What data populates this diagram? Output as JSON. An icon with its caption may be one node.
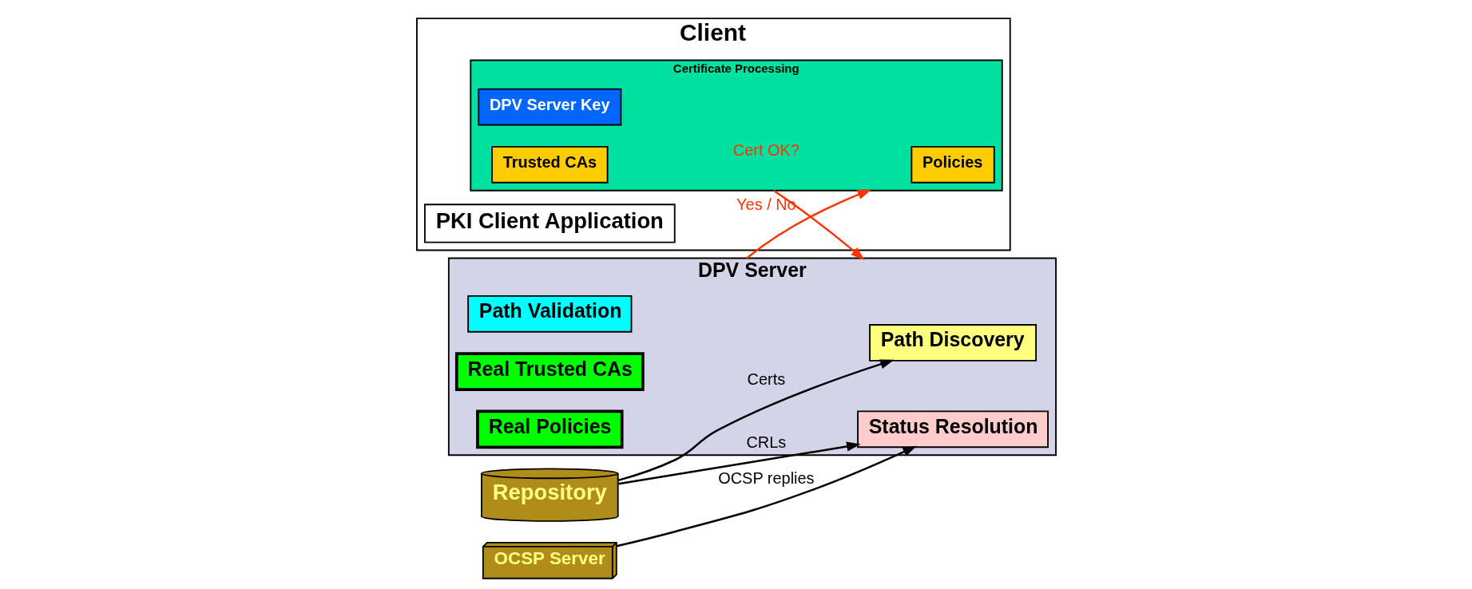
{
  "diagram": {
    "nodes": [
      {
        "text": [
          "Client"
        ]
      },
      {
        "text": [
          "PKI Client Application"
        ],
        "in": 0
      },
      {
        "text": [
          "Certificate Processing"
        ],
        "in": 0
      },
      {
        "text": [
          "DPV Server Key"
        ],
        "in": 2
      },
      {
        "text": [
          "Trusted CAs"
        ],
        "in": 2
      },
      {
        "text": [
          "Policies"
        ],
        "in": 2
      },
      {
        "text": [
          "DPV Server"
        ]
      },
      {
        "text": [
          "Path Discovery"
        ],
        "in": 6
      },
      {
        "text": [
          "Path Validation"
        ],
        "in": 6
      },
      {
        "text": [
          "Status Resolution"
        ],
        "in": 6
      },
      {
        "text": [
          "Real Trusted CAs"
        ],
        "in": 6
      },
      {
        "text": [
          "Real Policies"
        ],
        "in": 6
      },
      {
        "text": [
          "Repository"
        ]
      },
      {
        "text": [
          "OCSP Server"
        ]
      }
    ],
    "edges": [
      {
        "from": 2,
        "to": 6,
        "arrow": "to",
        "label": "Cert OK?",
        "color": "#ff3300"
      },
      {
        "from": 6,
        "to": 2,
        "arrow": "to",
        "label": "Yes / No",
        "color": "#ff3300"
      },
      {
        "from": 12,
        "to": 7,
        "arrow": "to",
        "label": "Certs"
      },
      {
        "from": 12,
        "to": 9,
        "arrow": "to",
        "label": "CRLs"
      },
      {
        "from": 13,
        "to": 9,
        "arrow": "to",
        "label": "OCSP replies"
      }
    ]
  }
}
